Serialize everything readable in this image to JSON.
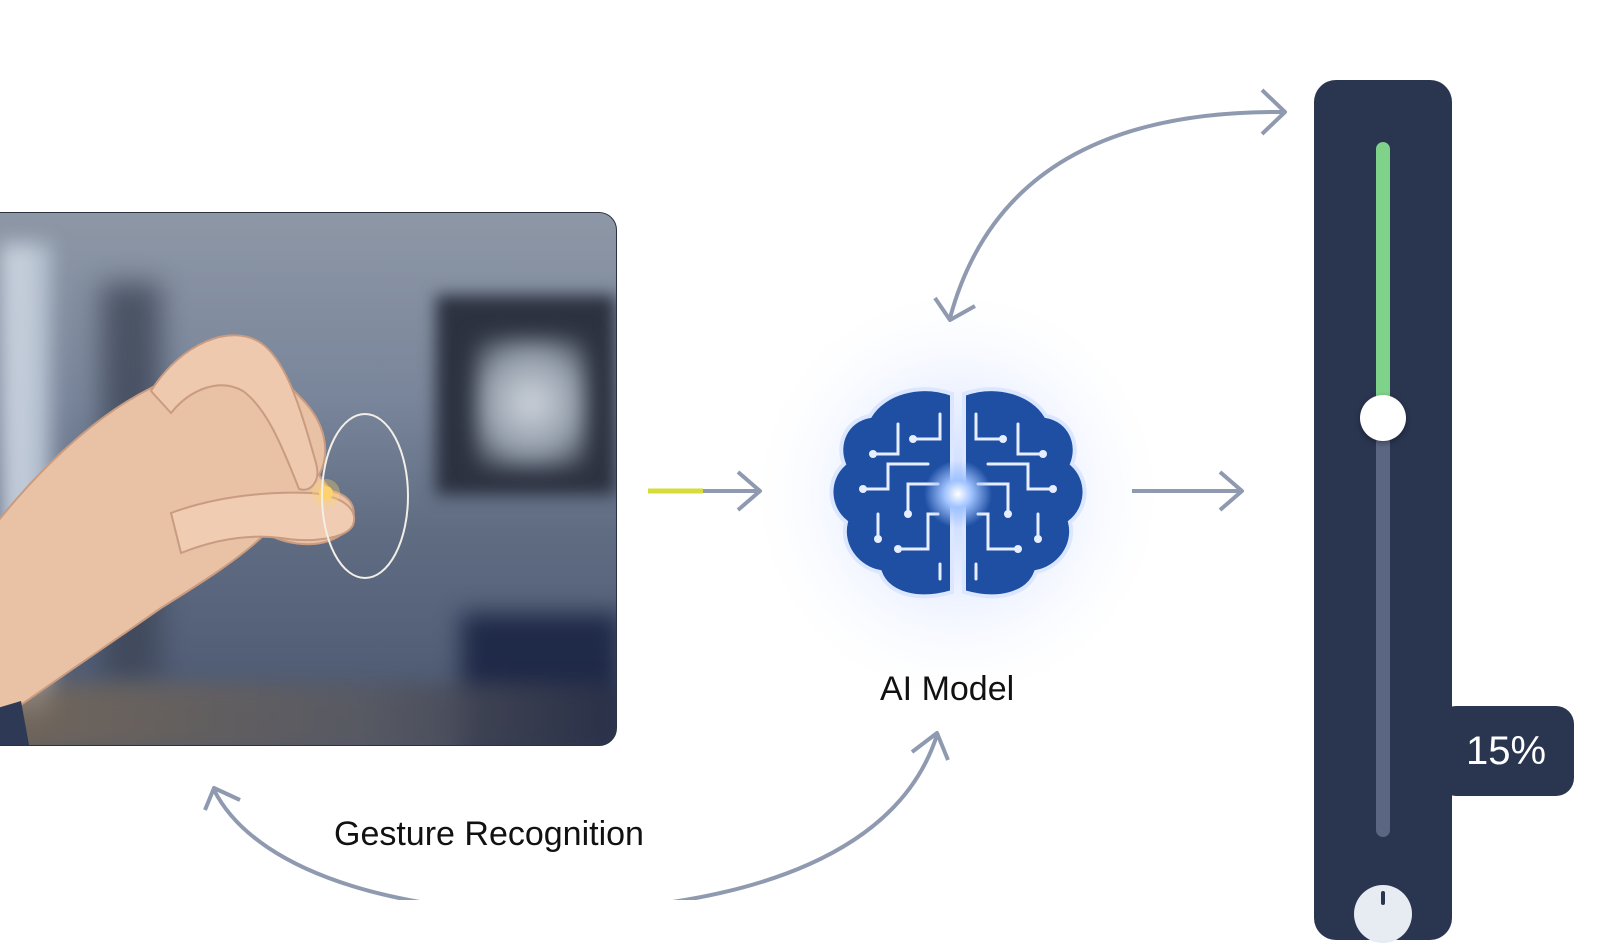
{
  "labels": {
    "ai_model": "AI Model",
    "gesture_recognition": "Gesture Recognition"
  },
  "volume": {
    "percent_label": "15%",
    "level_fraction": 0.15
  },
  "icons": {
    "brain": "circuit-brain-icon",
    "pinch": "pinch-gesture-ring"
  },
  "colors": {
    "panel": "#2a3550",
    "accent_green": "#7fd28a",
    "arrow": "#8f9ab0",
    "brain_blue": "#1f4fa3",
    "signal_yellow": "#d6dc3a"
  }
}
